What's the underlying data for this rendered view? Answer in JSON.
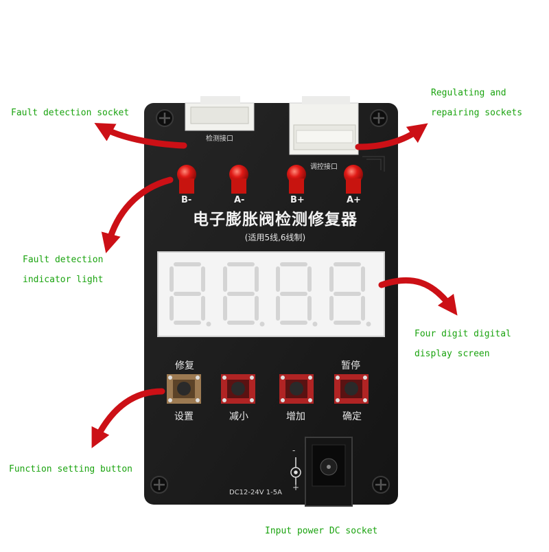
{
  "callouts": {
    "fault_socket": "Fault detection socket",
    "regulating_line1": "Regulating and",
    "regulating_line2": "repairing sockets",
    "indicator_line1": "Fault detection",
    "indicator_line2": "indicator light",
    "display_line1": "Four digit digital",
    "display_line2": "display screen",
    "function_button": "Function setting button",
    "power_socket": "Input power DC socket"
  },
  "board": {
    "title": "电子膨胀阀检测修复器",
    "subtitle": "(适用5线,6线制)",
    "detect_port_label": "检测接口",
    "control_port_label": "调控接口",
    "led_labels": [
      "B-",
      "A-",
      "B+",
      "A+"
    ],
    "button_top_labels": {
      "first": "修复",
      "fourth": "暂停"
    },
    "button_bottom_labels": [
      "设置",
      "减小",
      "增加",
      "确定"
    ],
    "power_rating": "DC12-24V 1-5A",
    "polarity_minus": "-",
    "polarity_plus": "+"
  },
  "colors": {
    "callout_text": "#1aa30f",
    "arrow_red": "#cc1016",
    "pcb": "#1c1c1c",
    "led": "#e01a16"
  }
}
